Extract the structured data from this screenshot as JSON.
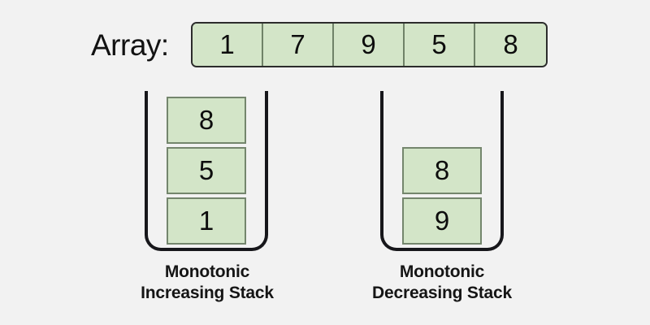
{
  "background_color": "#f2f2f2",
  "colors": {
    "cell_fill": "#d3e5c8",
    "cell_border": "#74866d",
    "array_outline": "#2c2c2c",
    "stack_outline": "#17171b",
    "text": "#0d0d0d"
  },
  "array": {
    "label": "Array:",
    "values": [
      "1",
      "7",
      "9",
      "5",
      "8"
    ]
  },
  "stacks": [
    {
      "id": "monotonic-increasing",
      "items_top_to_bottom": [
        "8",
        "5",
        "1"
      ],
      "caption_line1": "Monotonic",
      "caption_line2": "Increasing Stack"
    },
    {
      "id": "monotonic-decreasing",
      "items_top_to_bottom": [
        "8",
        "9"
      ],
      "caption_line1": "Monotonic",
      "caption_line2": "Decreasing Stack"
    }
  ]
}
